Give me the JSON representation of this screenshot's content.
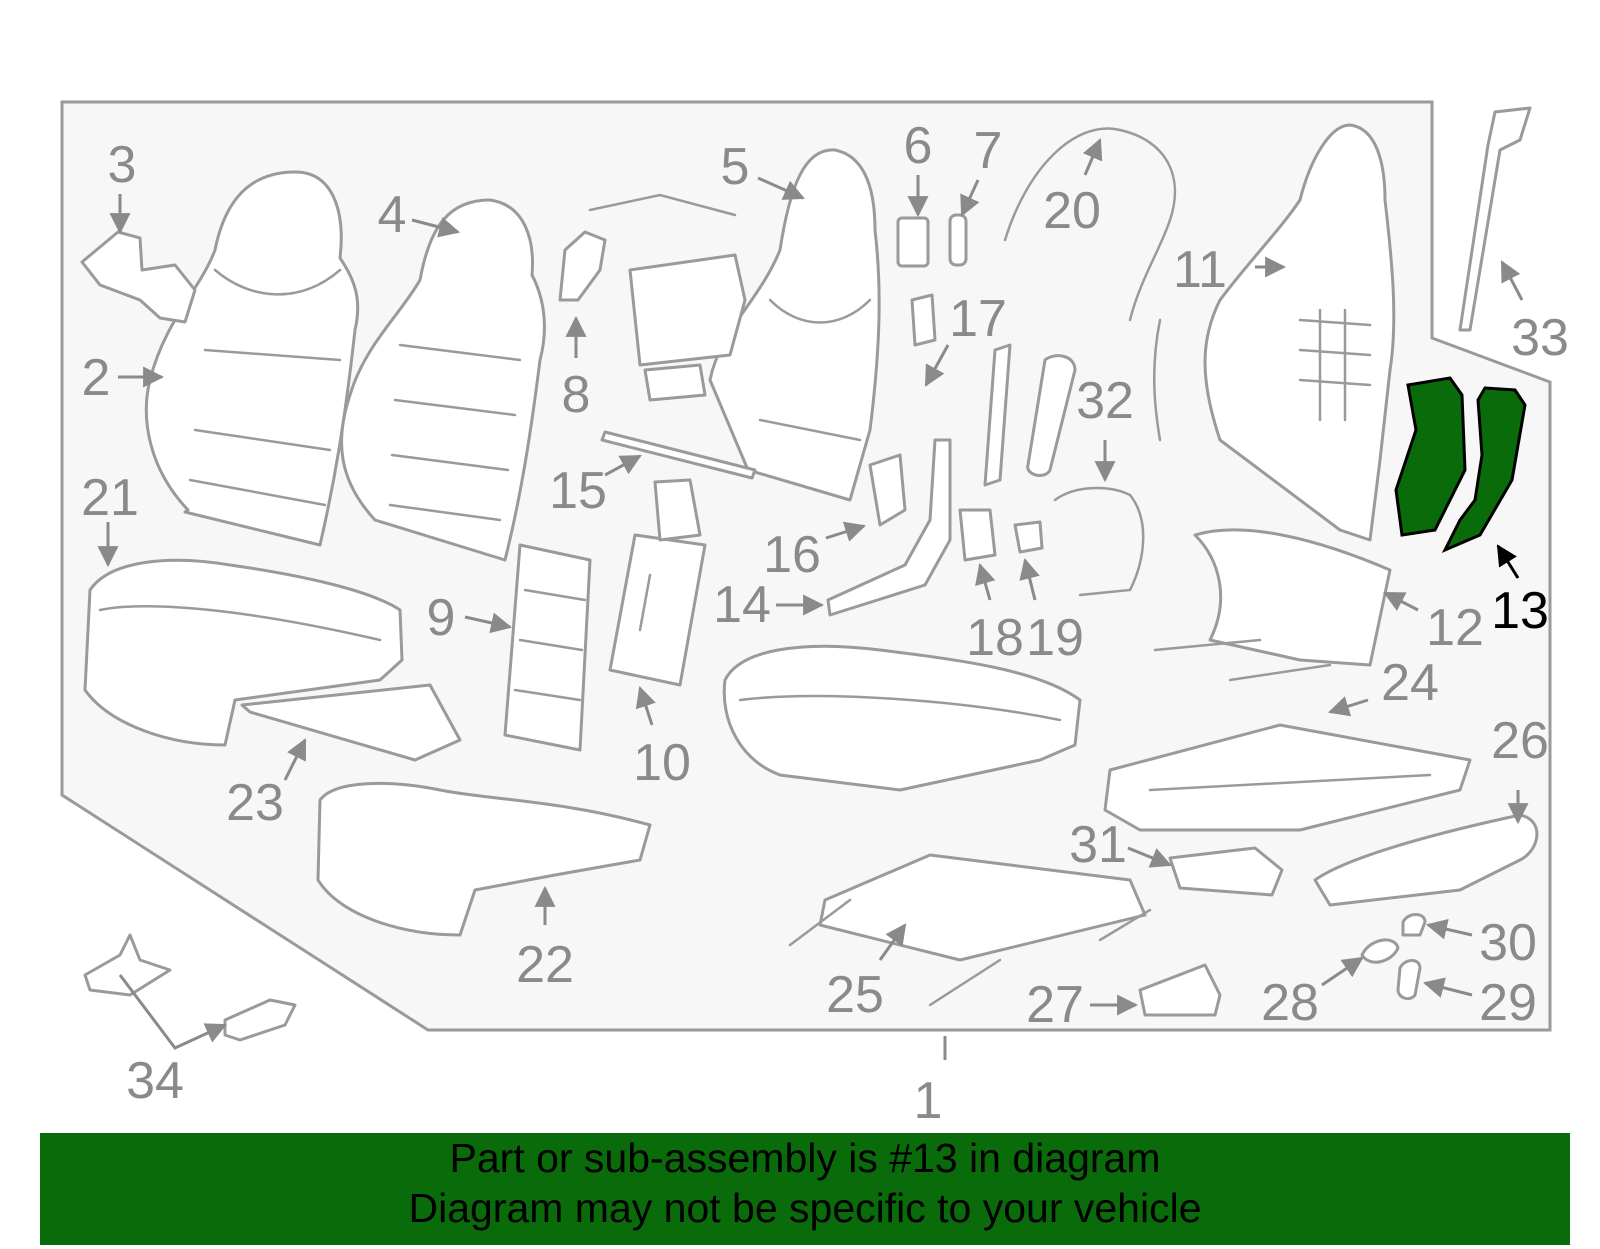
{
  "diagram": {
    "highlight_color": "#0a6b0a",
    "highlighted_part": "13",
    "callouts": [
      "1",
      "2",
      "3",
      "4",
      "5",
      "6",
      "7",
      "8",
      "9",
      "10",
      "11",
      "12",
      "13",
      "14",
      "15",
      "16",
      "17",
      "18",
      "19",
      "20",
      "21",
      "22",
      "23",
      "24",
      "25",
      "26",
      "27",
      "28",
      "29",
      "30",
      "31",
      "32",
      "33",
      "34"
    ]
  },
  "banner": {
    "line1": "Part or sub-assembly is #13 in diagram",
    "line2": "Diagram may not be specific to your vehicle"
  }
}
